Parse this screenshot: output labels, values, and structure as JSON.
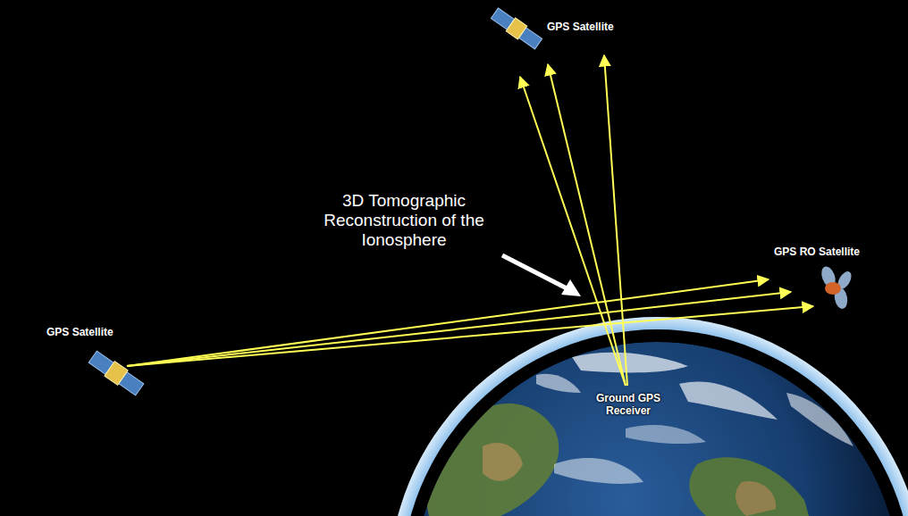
{
  "diagram": {
    "labels": [
      "GPS Satellite",
      "3D Tomographic Reconstruction of the Ionosphere",
      "GPS RO Satellite",
      "GPS Satellite",
      "Ground GPS Receiver"
    ]
  }
}
